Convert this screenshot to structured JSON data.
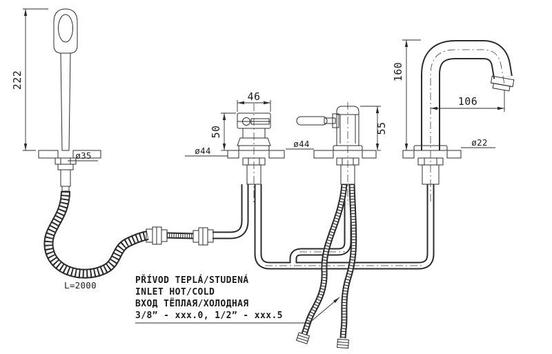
{
  "title": "Bath mixer set technical drawing",
  "dimensions": {
    "handshower_length": "222",
    "handshower_base_dia": "ø35",
    "hose_length": "L=2000",
    "valve_width": "46",
    "valve_height": "50",
    "valve_escutcheon_dia": "ø44",
    "mixer_escutcheon_dia": "ø44",
    "mixer_height": "55",
    "spout_height": "160",
    "spout_reach": "106",
    "spout_dia": "ø22"
  },
  "note": {
    "line1": "PŘÍVOD TEPLÁ/STUDENÁ",
    "line2": "INLET HOT/COLD",
    "line3": "ВХОД ТЁПЛАЯ/ХОЛОДНАЯ",
    "line4": "3/8” -  xxx.0, 1/2” -  xxx.5"
  },
  "colors": {
    "line": "#2b2b2b",
    "background": "#ffffff"
  }
}
